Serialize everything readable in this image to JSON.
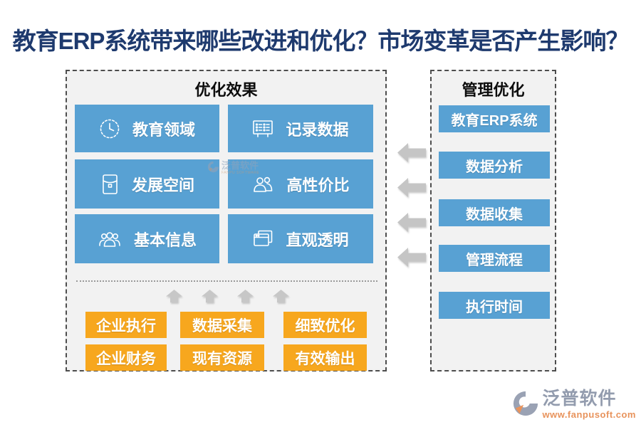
{
  "title": "教育ERP系统带来哪些改进和优化？市场变革是否产生影响？",
  "left_panel": {
    "title": "优化效果",
    "items": [
      {
        "label": "教育领域",
        "icon": "clock-icon"
      },
      {
        "label": "记录数据",
        "icon": "record-list-icon"
      },
      {
        "label": "发展空间",
        "icon": "envelope-icon"
      },
      {
        "label": "高性价比",
        "icon": "two-users-icon"
      },
      {
        "label": "基本信息",
        "icon": "three-users-icon"
      },
      {
        "label": "直观透明",
        "icon": "stacked-windows-icon"
      }
    ],
    "factors": [
      "企业执行",
      "数据采集",
      "细致优化",
      "企业财务",
      "现有资源",
      "有效输出"
    ]
  },
  "right_panel": {
    "title": "管理优化",
    "items": [
      "教育ERP系统",
      "数据分析",
      "数据收集",
      "管理流程",
      "执行时间"
    ]
  },
  "watermark": {
    "brand": "泛普软件",
    "subtext": "FANPU SOFTWARE"
  },
  "footer": {
    "brand": "泛普软件",
    "url": "www.fanpusoft.com"
  },
  "colors": {
    "title_navy": "#1e3a6e",
    "box_blue": "#58a1d3",
    "box_orange": "#f7a71e",
    "panel_bg": "#f2f2f2",
    "arrow_gray": "#c7c7c7",
    "brand_gray": "#939cae",
    "brand_orange": "#e8935c"
  }
}
